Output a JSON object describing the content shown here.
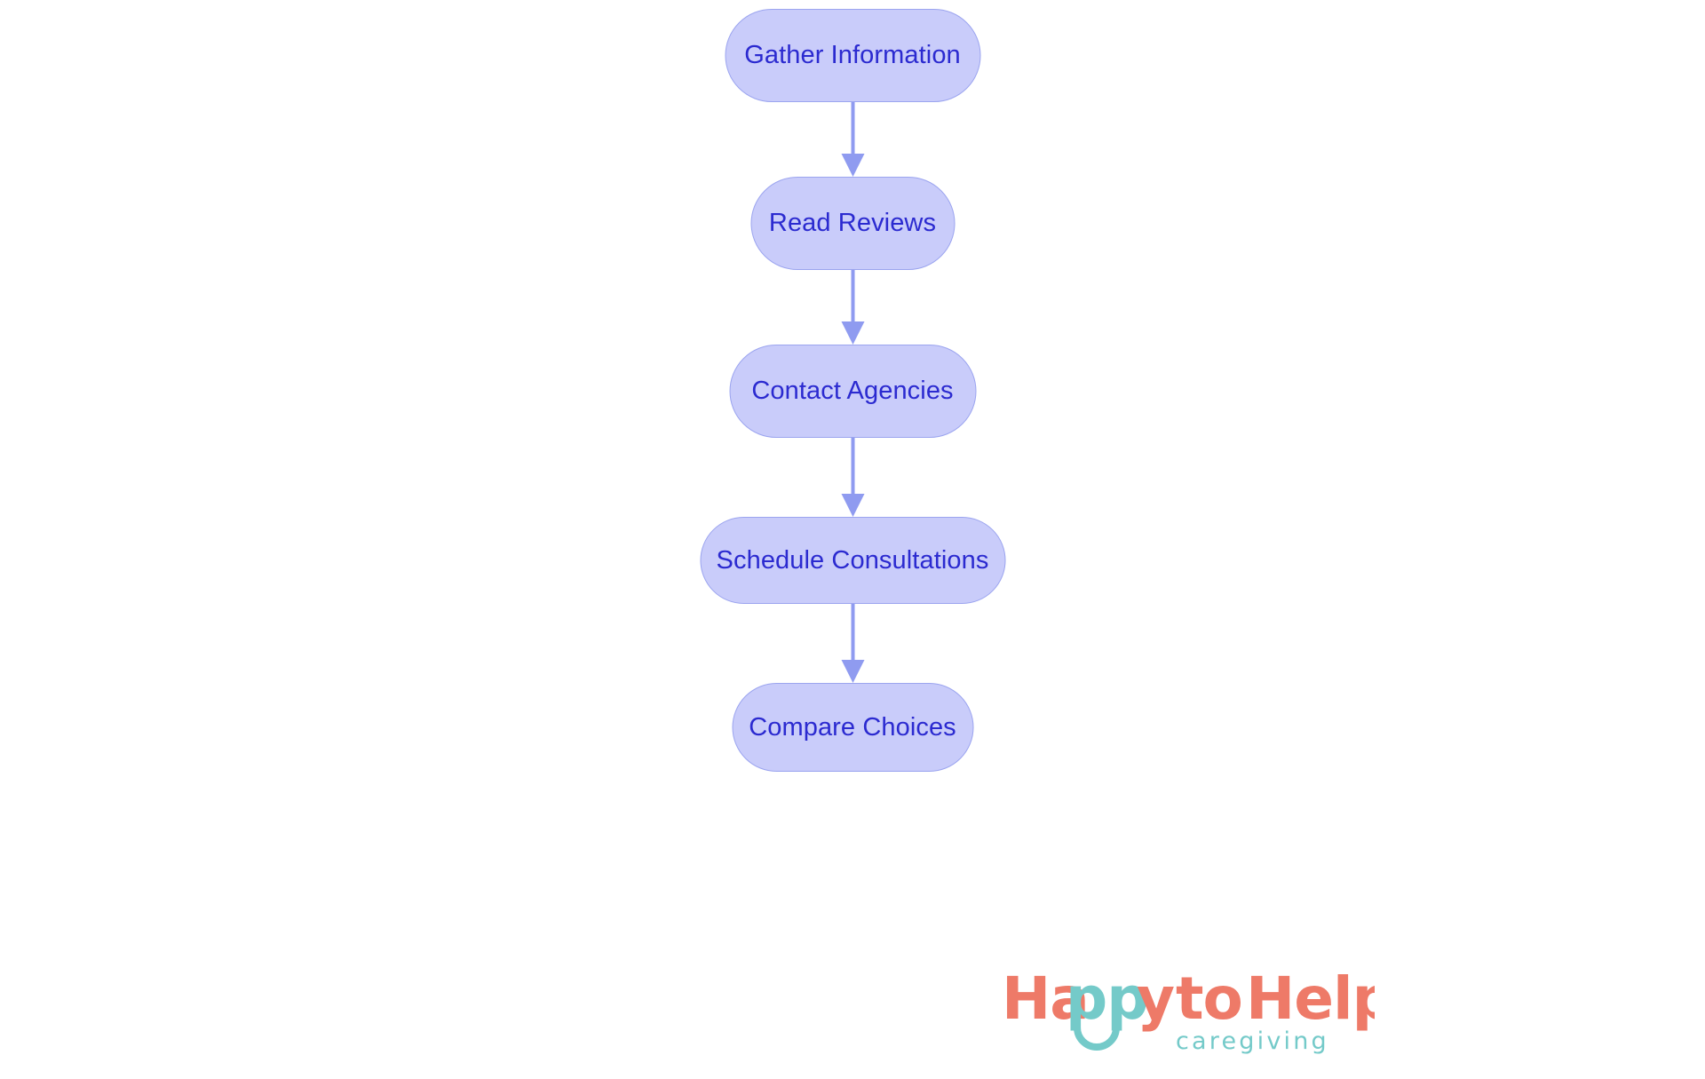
{
  "chart_data": {
    "type": "diagram",
    "diagram_kind": "flowchart",
    "orientation": "vertical-top-to-bottom",
    "title": "",
    "nodes": [
      {
        "id": "n1",
        "label": "Gather Information",
        "shape": "rounded-pill",
        "order": 1
      },
      {
        "id": "n2",
        "label": "Read Reviews",
        "shape": "rounded-pill",
        "order": 2
      },
      {
        "id": "n3",
        "label": "Contact Agencies",
        "shape": "rounded-pill",
        "order": 3
      },
      {
        "id": "n4",
        "label": "Schedule Consultations",
        "shape": "rounded-pill",
        "order": 4
      },
      {
        "id": "n5",
        "label": "Compare Choices",
        "shape": "rounded-pill",
        "order": 5
      }
    ],
    "edges": [
      {
        "from": "n1",
        "to": "n2",
        "style": "solid-arrow",
        "label": ""
      },
      {
        "from": "n2",
        "to": "n3",
        "style": "solid-arrow",
        "label": ""
      },
      {
        "from": "n3",
        "to": "n4",
        "style": "solid-arrow",
        "label": ""
      },
      {
        "from": "n4",
        "to": "n5",
        "style": "solid-arrow",
        "label": ""
      }
    ],
    "colors": {
      "node_fill": "#c9ccfa",
      "node_border": "#9ba4ef",
      "node_text": "#2b2ad0",
      "edge": "#8f9bf0",
      "background": "#ffffff"
    }
  },
  "flow": {
    "nodes": [
      {
        "label": "Gather Information"
      },
      {
        "label": "Read Reviews"
      },
      {
        "label": "Contact Agencies"
      },
      {
        "label": "Schedule Consultations"
      },
      {
        "label": "Compare Choices"
      }
    ]
  },
  "logo": {
    "word_happy_part1": "Ha",
    "word_happy_part2": "pp",
    "word_happy_part3": "y",
    "word_to": "to",
    "word_help": "Help",
    "tagline": "caregiving",
    "colors": {
      "coral": "#ee7a68",
      "teal": "#74cac9"
    }
  }
}
